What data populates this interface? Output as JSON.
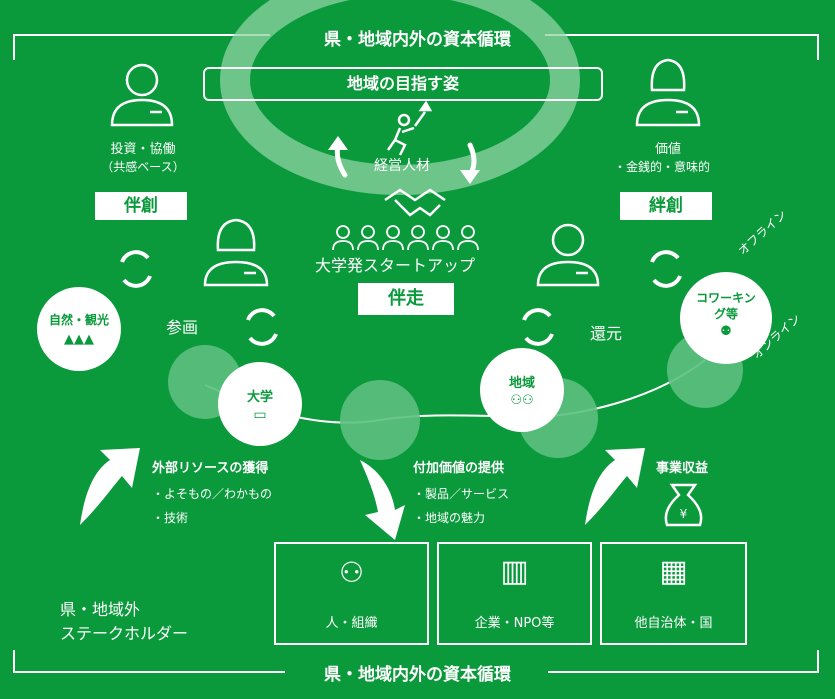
{
  "frame": {
    "top_title": "県・地域内外の資本循環",
    "bottom_title": "県・地域内外の資本循環"
  },
  "goal": "地域の目指す姿",
  "center": {
    "talent": "経営人材",
    "startup": "大学発スタートアップ",
    "bansou": "伴走"
  },
  "left_person": {
    "line1": "投資・協働",
    "line2": "（共感ベース）",
    "badge": "伴創"
  },
  "right_person": {
    "line1": "価値",
    "line2": "・金銭的・意味的",
    "badge": "絆創"
  },
  "sanga": "参画",
  "kangen": "還元",
  "nodes": {
    "nature": "自然・観光",
    "university": "大学",
    "region": "地域",
    "coworking": "コワーキング等"
  },
  "offline": "オフライン",
  "online": "オンライン",
  "flows": {
    "external": {
      "title": "外部リソースの獲得",
      "items": [
        "・よそもの／わかもの",
        "・技術"
      ]
    },
    "added_value": {
      "title": "付加価値の提供",
      "items": [
        "・製品／サービス",
        "・地域の魅力"
      ]
    },
    "revenue": {
      "title": "事業収益"
    }
  },
  "stakeholders": {
    "label_line1": "県・地域外",
    "label_line2": "ステークホルダー",
    "boxes": [
      "人・組織",
      "企業・NPO等",
      "他自治体・国"
    ]
  },
  "colors": {
    "background": "#0a9a3c",
    "ring": "#8fd3a4",
    "node_light": "#5cbf7e",
    "white": "#ffffff"
  }
}
